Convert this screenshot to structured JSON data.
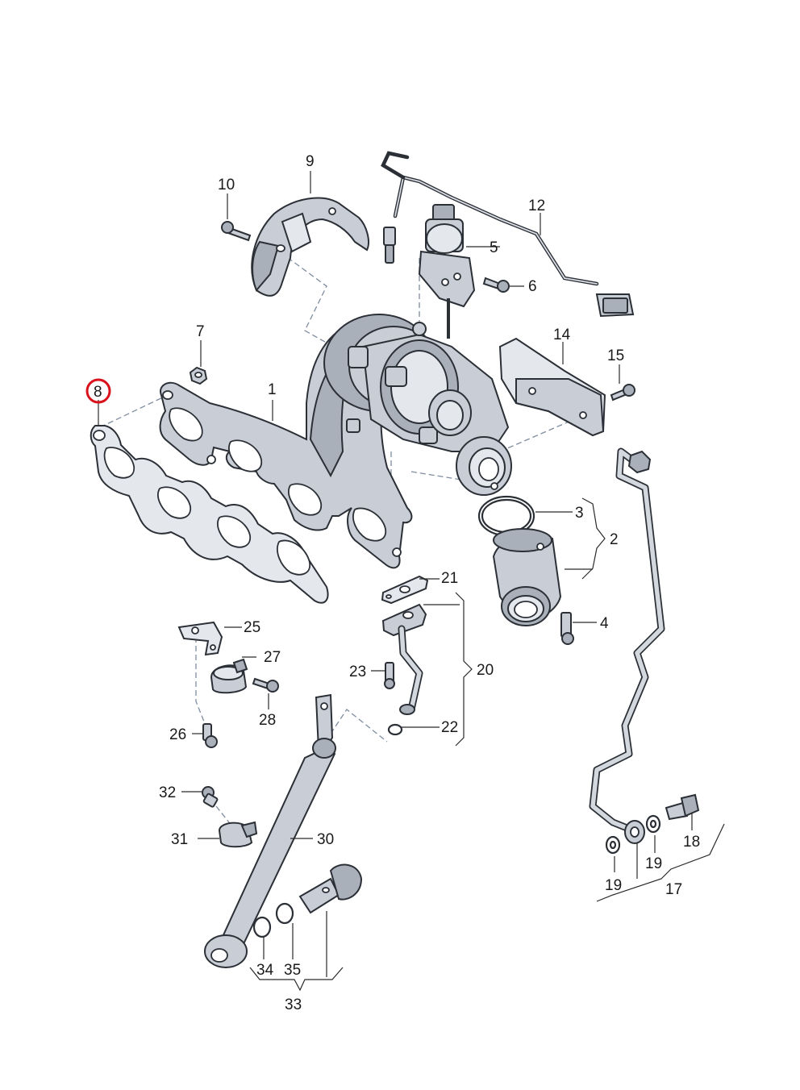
{
  "diagram": {
    "callouts": [
      {
        "id": "1",
        "text": "1"
      },
      {
        "id": "2",
        "text": "2"
      },
      {
        "id": "3",
        "text": "3"
      },
      {
        "id": "4",
        "text": "4"
      },
      {
        "id": "5",
        "text": "5"
      },
      {
        "id": "6",
        "text": "6"
      },
      {
        "id": "7",
        "text": "7"
      },
      {
        "id": "8",
        "text": "8",
        "highlighted": true
      },
      {
        "id": "9",
        "text": "9"
      },
      {
        "id": "10",
        "text": "10"
      },
      {
        "id": "12",
        "text": "12"
      },
      {
        "id": "14",
        "text": "14"
      },
      {
        "id": "15",
        "text": "15"
      },
      {
        "id": "17",
        "text": "17"
      },
      {
        "id": "18",
        "text": "18"
      },
      {
        "id": "19a",
        "text": "19"
      },
      {
        "id": "19b",
        "text": "19"
      },
      {
        "id": "20",
        "text": "20"
      },
      {
        "id": "21",
        "text": "21"
      },
      {
        "id": "22",
        "text": "22"
      },
      {
        "id": "23",
        "text": "23"
      },
      {
        "id": "25",
        "text": "25"
      },
      {
        "id": "26",
        "text": "26"
      },
      {
        "id": "27",
        "text": "27"
      },
      {
        "id": "28",
        "text": "28"
      },
      {
        "id": "30",
        "text": "30"
      },
      {
        "id": "31",
        "text": "31"
      },
      {
        "id": "32",
        "text": "32"
      },
      {
        "id": "33",
        "text": "33"
      },
      {
        "id": "34",
        "text": "34"
      },
      {
        "id": "35",
        "text": "35"
      }
    ],
    "highlight_color": "#d9121b"
  }
}
